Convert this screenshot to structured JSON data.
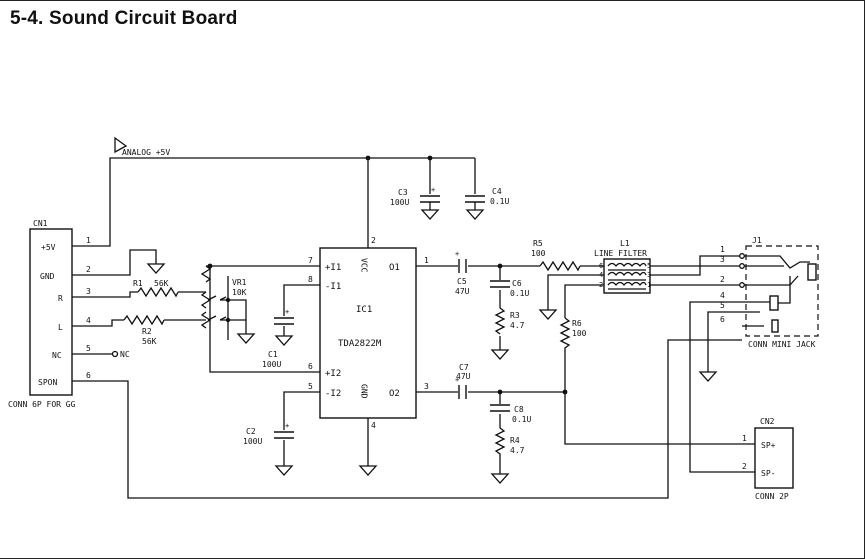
{
  "title": "5-4. Sound Circuit Board",
  "nets": {
    "analog": "ANALOG +5V"
  },
  "cn1": {
    "ref": "CN1",
    "pins": [
      {
        "label": "+5V",
        "num": "1"
      },
      {
        "label": "GND",
        "num": "2"
      },
      {
        "label": "R",
        "num": "3"
      },
      {
        "label": "L",
        "num": "4"
      },
      {
        "label": "NC",
        "num": "5"
      },
      {
        "label": "SPON",
        "num": "6"
      }
    ],
    "nc_label": "NC",
    "caption": "CONN 6P FOR GG"
  },
  "r1": {
    "ref": "R1",
    "value": "56K"
  },
  "r2": {
    "ref": "R2",
    "value": "56K"
  },
  "vr1": {
    "ref": "VR1",
    "value": "10K"
  },
  "c1": {
    "ref": "C1",
    "value": "100U"
  },
  "c2": {
    "ref": "C2",
    "value": "100U"
  },
  "c3": {
    "ref": "C3",
    "value": "100U"
  },
  "c4": {
    "ref": "C4",
    "value": "0.1U"
  },
  "c5": {
    "ref": "C5",
    "value": "47U"
  },
  "c6": {
    "ref": "C6",
    "value": "0.1U"
  },
  "c7": {
    "ref": "C7",
    "value": "47U"
  },
  "c8": {
    "ref": "C8",
    "value": "0.1U"
  },
  "r3": {
    "ref": "R3",
    "value": "4.7"
  },
  "r4": {
    "ref": "R4",
    "value": "4.7"
  },
  "r5": {
    "ref": "R5",
    "value": "100"
  },
  "r6": {
    "ref": "R6",
    "value": "100"
  },
  "ic1": {
    "ref": "IC1",
    "part": "TDA2822M",
    "pins": {
      "in1p": "+I1",
      "in1n": "-I1",
      "in2p": "+I2",
      "in2n": "-I2",
      "o1": "O1",
      "o2": "O2",
      "vcc": "VCC",
      "gnd": "GND"
    },
    "pin_numbers": {
      "p1": "1",
      "p2": "2",
      "p3": "3",
      "p4": "4",
      "p5": "5",
      "p6": "6",
      "p7": "7",
      "p8": "8"
    }
  },
  "l1": {
    "ref": "L1",
    "name": "LINE FILTER",
    "pins": [
      "6",
      "4",
      "2",
      "5",
      "3",
      "1"
    ]
  },
  "j1": {
    "ref": "J1",
    "caption": "CONN MINI JACK",
    "pins": [
      "1",
      "3",
      "2",
      "4",
      "5",
      "6"
    ]
  },
  "cn2": {
    "ref": "CN2",
    "pins": [
      {
        "label": "SP+",
        "num": "1"
      },
      {
        "label": "SP-",
        "num": "2"
      }
    ],
    "caption": "CONN 2P"
  }
}
